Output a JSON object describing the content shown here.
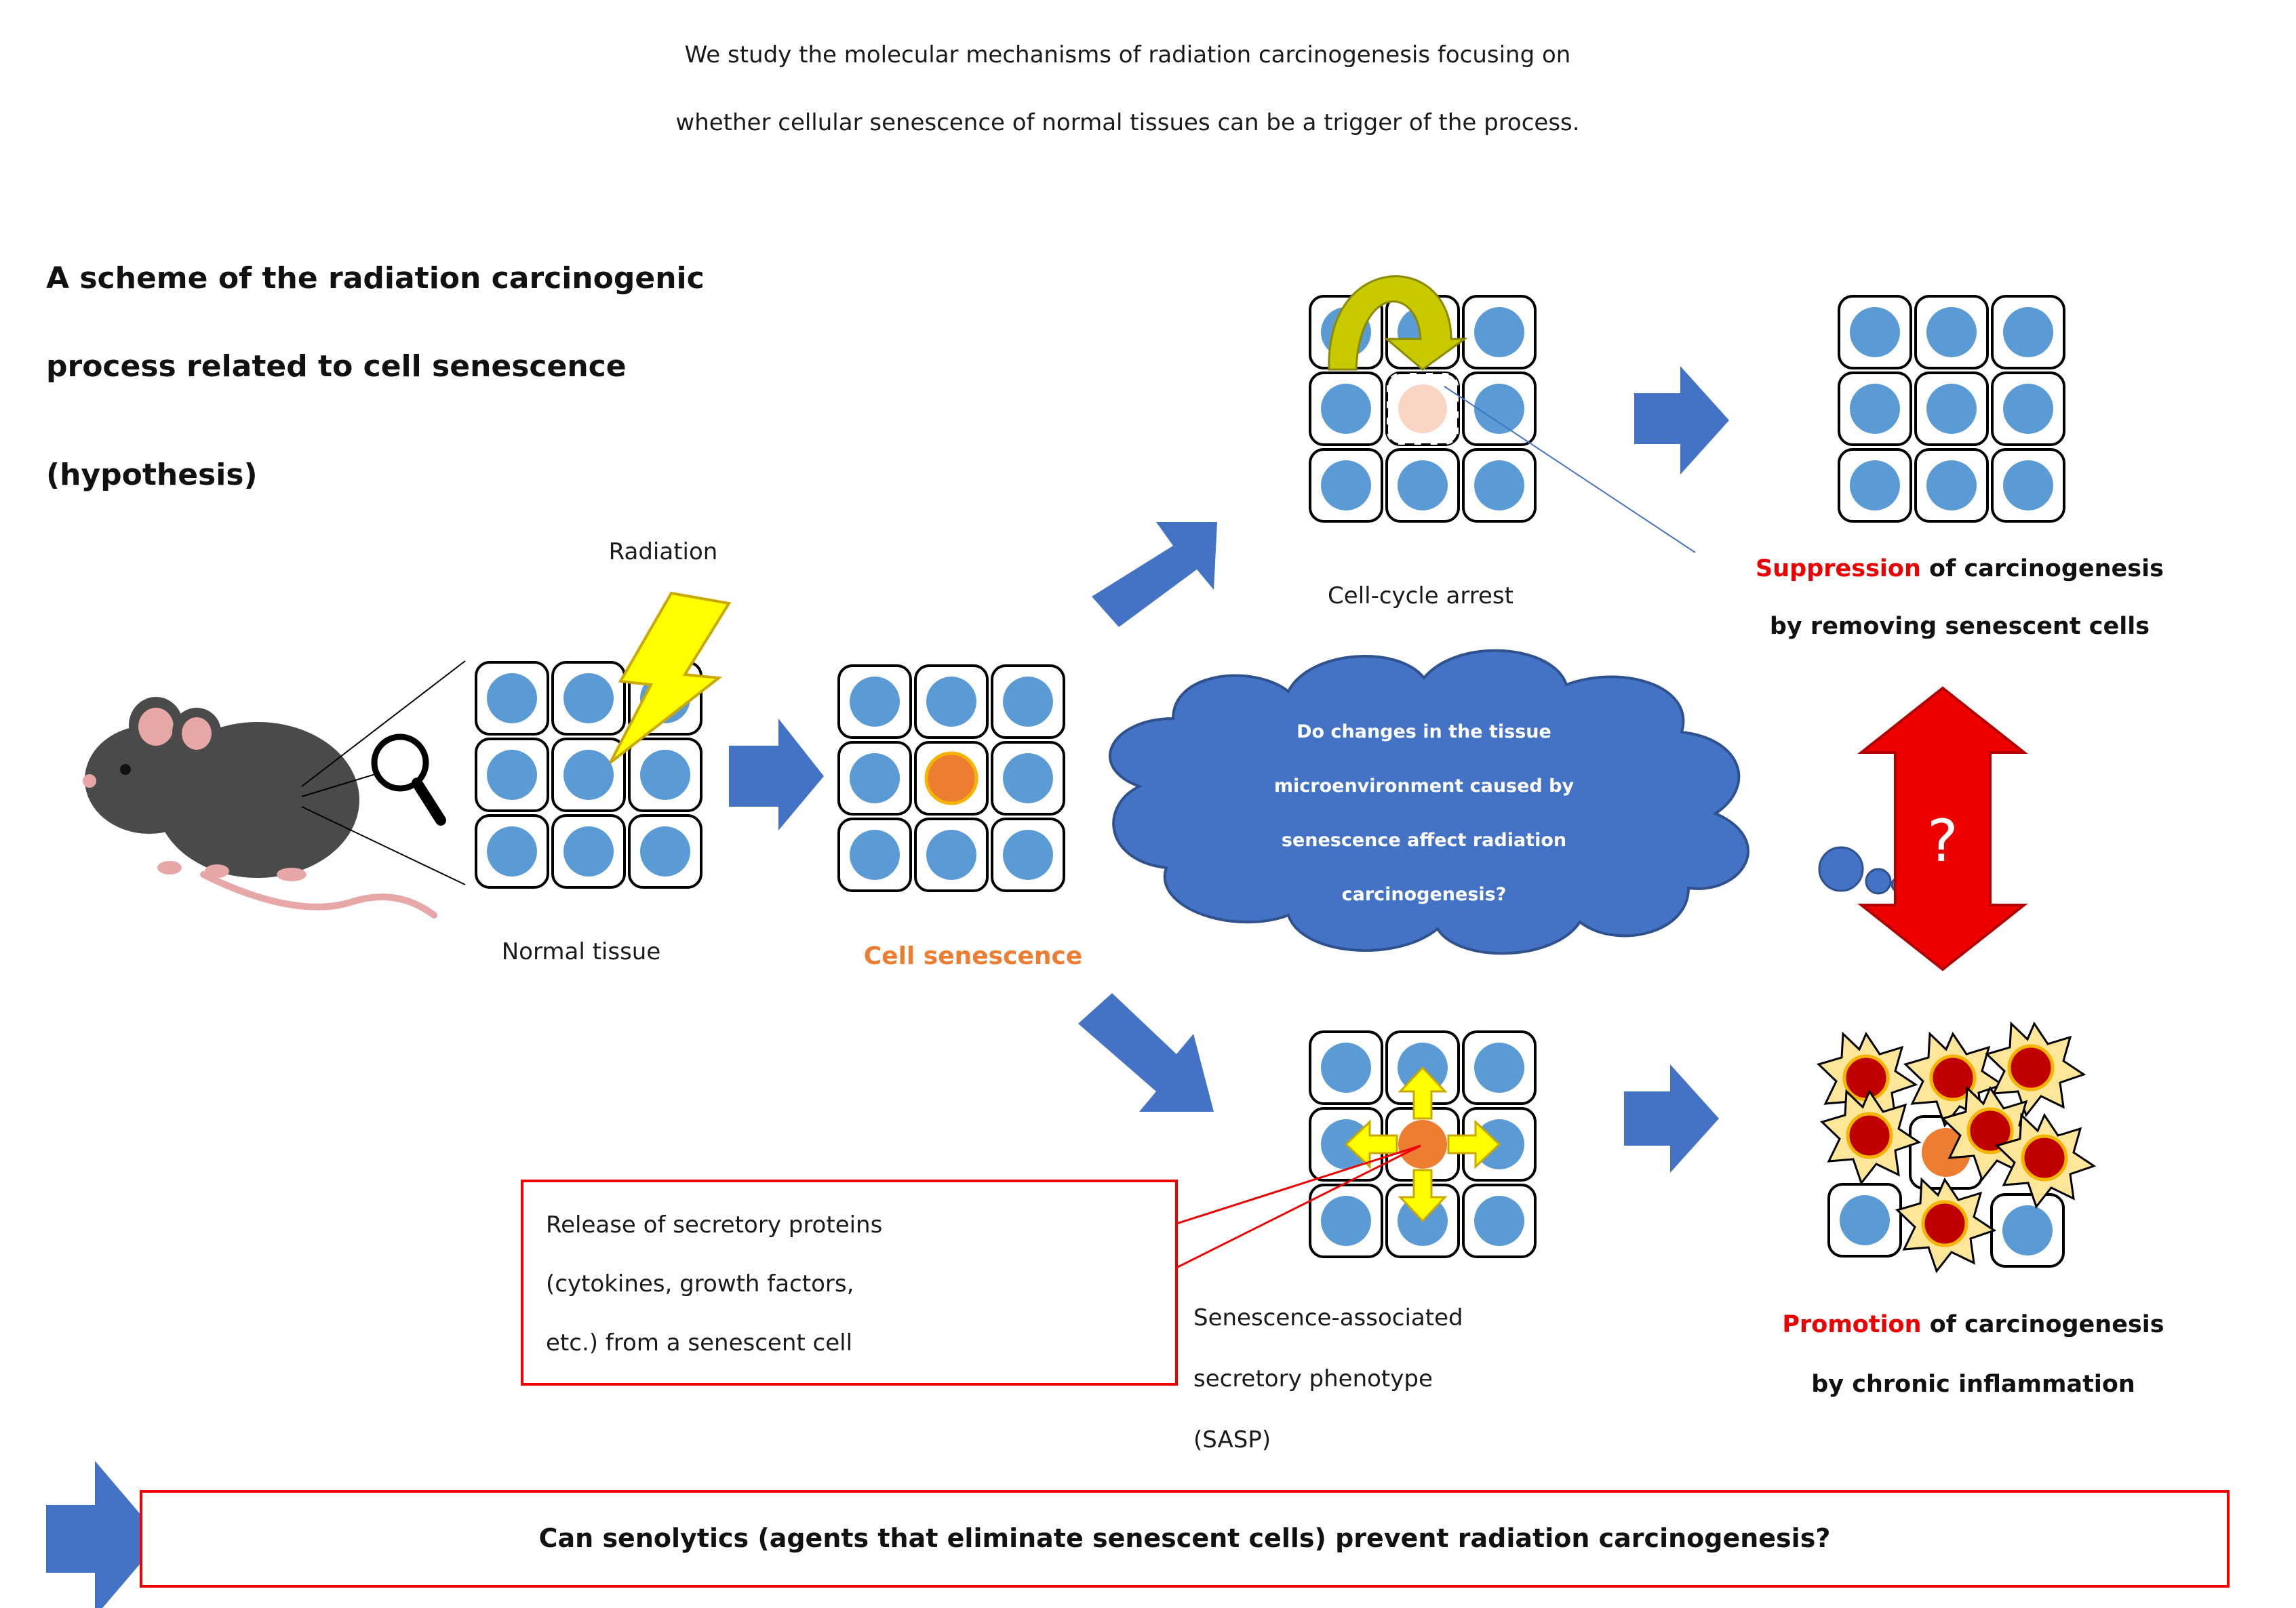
{
  "intro": {
    "line1": "We study the molecular mechanisms of radiation carcinogenesis focusing on",
    "line2": "whether cellular senescence of normal tissues can be a trigger of the process."
  },
  "title": {
    "line1": "A scheme of the radiation carcinogenic",
    "line2": "process related to cell senescence",
    "line3": "(hypothesis)"
  },
  "labels": {
    "radiation": "Radiation",
    "normal_tissue": "Normal tissue",
    "cell_senescence": "Cell senescence",
    "cell_cycle_arrest": "Cell-cycle arrest",
    "suppression_word": "Suppression",
    "suppression_rest": " of carcinogenesis",
    "suppression_line2": "by removing senescent cells",
    "promotion_word": "Promotion",
    "promotion_rest": " of carcinogenesis",
    "promotion_line2": "by chronic inflammation",
    "sasp_line1": "Senescence-associated",
    "sasp_line2": "secretory phenotype",
    "sasp_line3": "(SASP)"
  },
  "cloud": {
    "line1": "Do changes in the tissue",
    "line2": "microenvironment caused by",
    "line3": "senescence affect radiation",
    "line4": "carcinogenesis?"
  },
  "question_mark": "?",
  "callout": {
    "line1": "Release of secretory proteins",
    "line2": "(cytokines, growth factors,",
    "line3": "etc.) from a senescent cell"
  },
  "bottom_question": "Can senolytics (agents that eliminate senescent cells) prevent radiation carcinogenesis?",
  "colors": {
    "cell_blue": "#5b9bd5",
    "senescent_orange": "#ed7d31",
    "arrow_blue": "#4472c4",
    "cloud_blue": "#4472c4",
    "red": "#ee0000",
    "tumor_red": "#c00000",
    "star_yellow": "#ffe699",
    "bolt_yellow": "#ffff00"
  }
}
